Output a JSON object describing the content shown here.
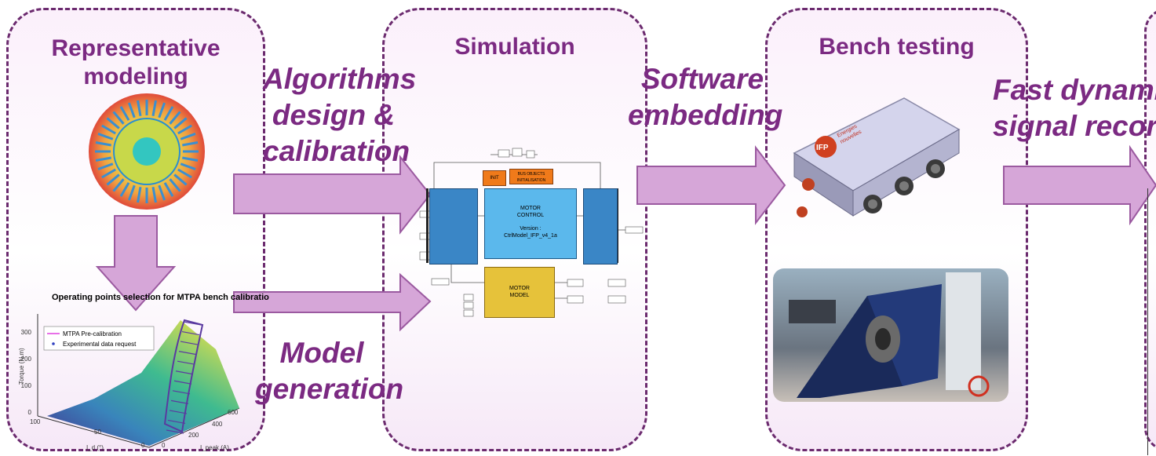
{
  "stages": [
    {
      "title": "Representative modeling",
      "title_lines": [
        "Representative",
        "modeling"
      ]
    },
    {
      "title": "Simulation"
    },
    {
      "title": "Bench testing"
    },
    {
      "title": ""
    }
  ],
  "steps": {
    "algorithms": [
      "Algorithms",
      "design &",
      "calibration"
    ],
    "model_generation": [
      "Model",
      "generation"
    ],
    "software_embedding": [
      "Software",
      "embedding"
    ],
    "fast_dynamic": [
      "Fast dynami",
      "signal record"
    ]
  },
  "plot": {
    "title": "Operating points selection for MTPA bench calibratio",
    "legend": [
      "MTPA Pre-calibration",
      "Experimental data request"
    ],
    "ylabel": "Torque (N.m)",
    "zticks": [
      "300",
      "200",
      "100",
      "0"
    ],
    "xticks_left": [
      "100",
      "50",
      "0"
    ],
    "xticks_right": [
      "0",
      "200",
      "400",
      "600"
    ],
    "xlabel_left": "I_d (°)",
    "xlabel_right": "I_peak (A)"
  },
  "simulink": {
    "init": "INIT",
    "bus_objects": [
      "BUS OBJECTS",
      "INITIALISATION"
    ],
    "motor_control": [
      "MOTOR",
      "CONTROL"
    ],
    "version": [
      "Version :",
      "CtrlModel_IFP_v4_1a"
    ],
    "motor_model": [
      "MOTOR",
      "MODEL"
    ]
  },
  "device": {
    "logo_text": [
      "Energies",
      "nouvelles"
    ]
  },
  "colors": {
    "accent": "#7b2a82",
    "arrow_fill": "#d6a6d8",
    "arrow_stroke": "#9b5aa0"
  }
}
